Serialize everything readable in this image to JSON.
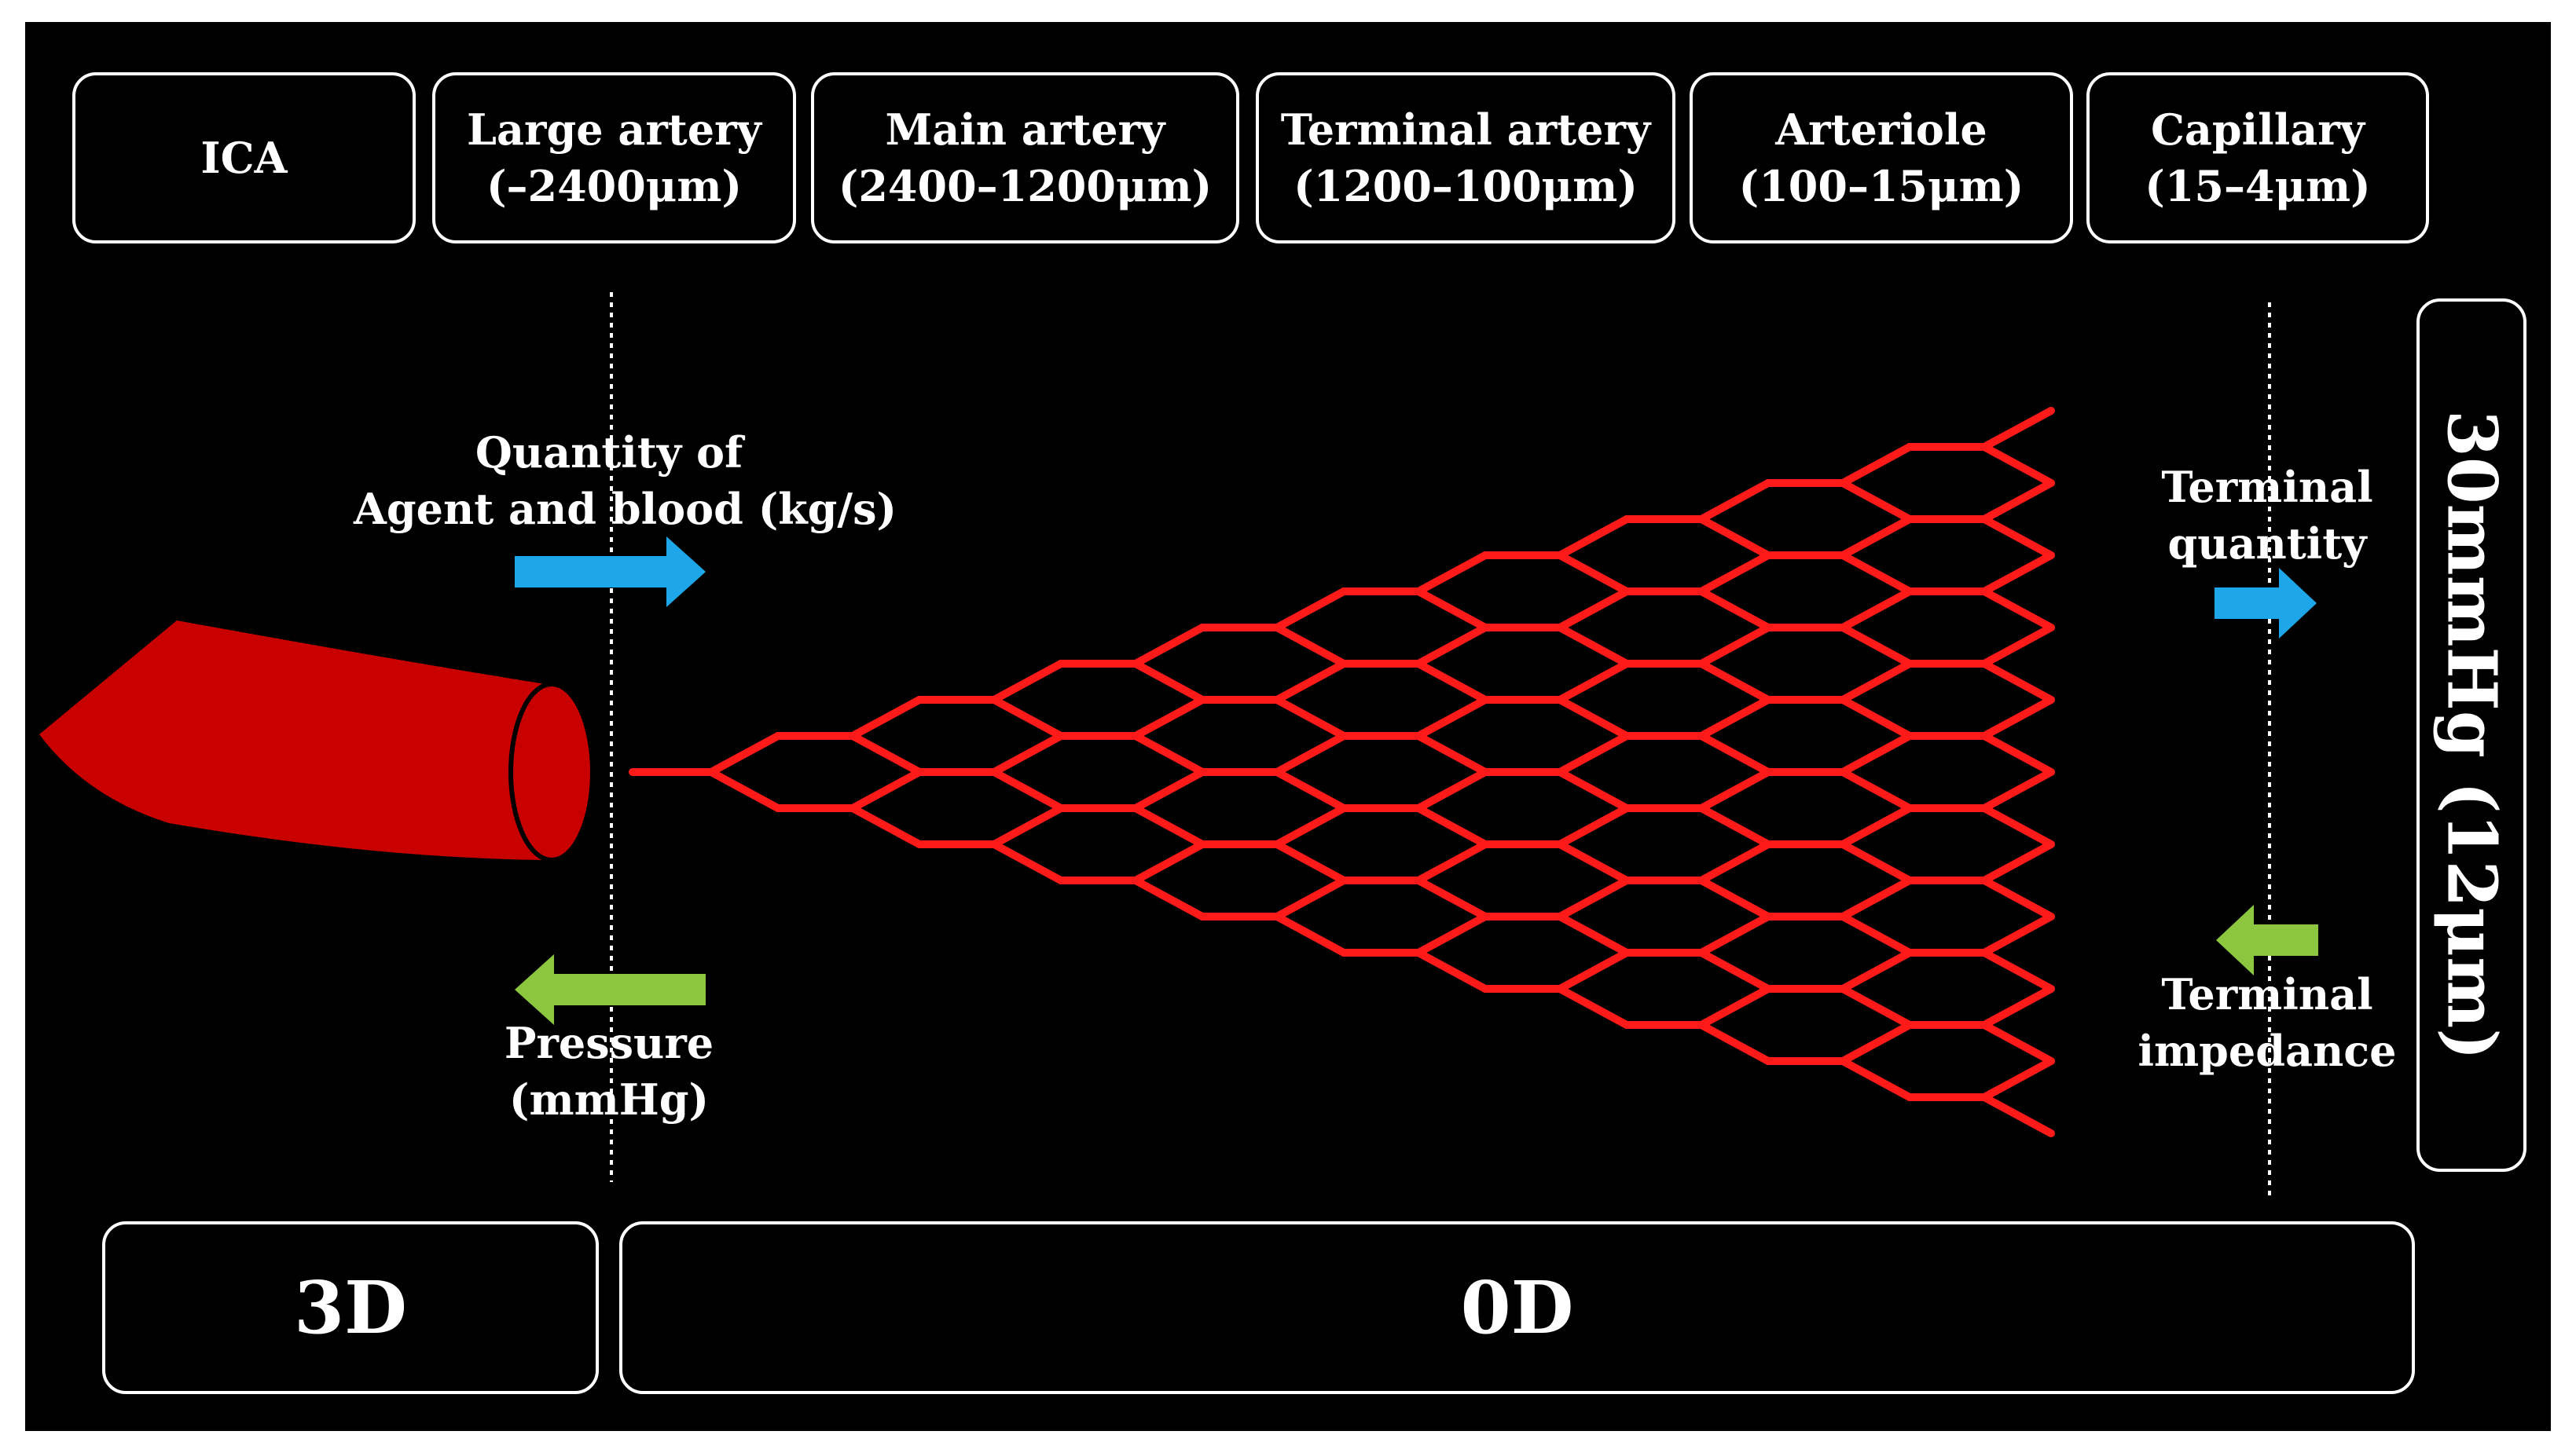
{
  "stages": [
    {
      "id": "ica",
      "line1": "ICA",
      "line2": ""
    },
    {
      "id": "large-artery",
      "line1": "Large artery",
      "line2": "(–2400μm)"
    },
    {
      "id": "main-artery",
      "line1": "Main artery",
      "line2": "(2400–1200μm)"
    },
    {
      "id": "terminal-artery",
      "line1": "Terminal artery",
      "line2": "(1200–100μm)"
    },
    {
      "id": "arteriole",
      "line1": "Arteriole",
      "line2": "(100–15μm)"
    },
    {
      "id": "capillary",
      "line1": "Capillary",
      "line2": "(15–4μm)"
    }
  ],
  "labels": {
    "quantity_line1": "Quantity of",
    "quantity_line2": "Agent and blood (kg/s)",
    "pressure_line1": "Pressure",
    "pressure_line2": "(mmHg)",
    "terminal_quantity_line1": "Terminal",
    "terminal_quantity_line2": "quantity",
    "terminal_impedance_line1": "Terminal",
    "terminal_impedance_line2": "impedance"
  },
  "side_label": "30mmHg (12μm)",
  "bottom": {
    "left": "3D",
    "right": "0D"
  },
  "colors": {
    "background": "#000000",
    "vessel": "#c80000",
    "network": "#ff1a1a",
    "arrow_flow": "#1ea7e8",
    "arrow_pressure": "#8cc63f",
    "text": "#ffffff"
  }
}
